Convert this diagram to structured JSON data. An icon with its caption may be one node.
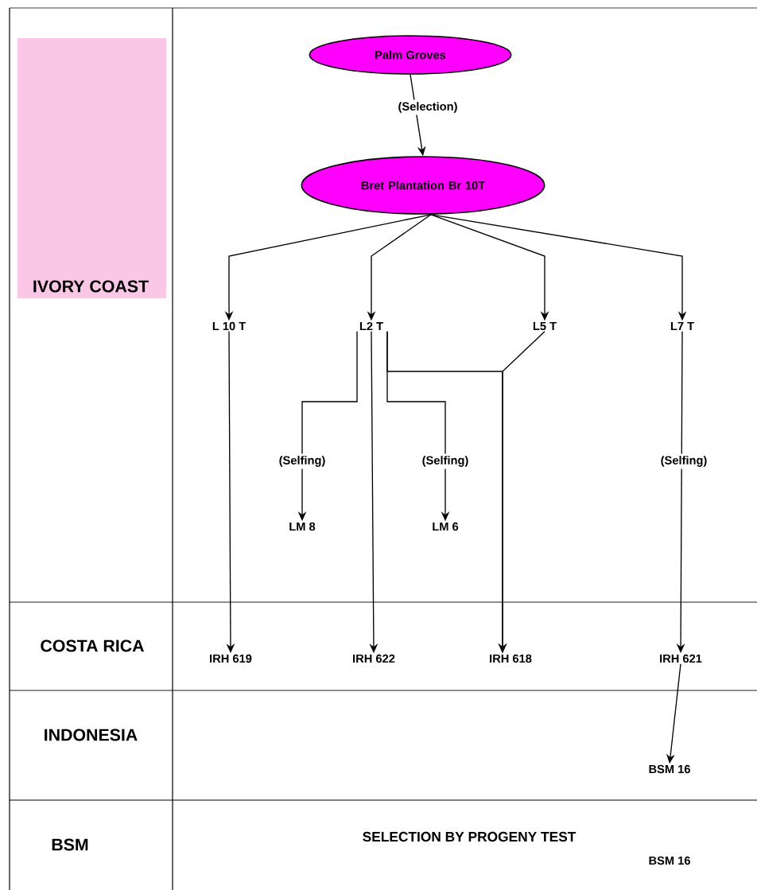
{
  "diagram": {
    "nodes": [
      {
        "text": [
          "Palm Groves"
        ]
      },
      {
        "text": [
          "Bret Plantation Br 10T"
        ]
      },
      {
        "text": [
          "L 10 T"
        ]
      },
      {
        "text": [
          "L2 T"
        ]
      },
      {
        "text": [
          "L5 T"
        ]
      },
      {
        "text": [
          "L7 T"
        ]
      },
      {
        "text": [
          "LM 8"
        ]
      },
      {
        "text": [
          "LM 6"
        ]
      },
      {
        "text": [
          "IRH 619"
        ]
      },
      {
        "text": [
          "IRH 622"
        ]
      },
      {
        "text": [
          "IRH 618"
        ]
      },
      {
        "text": [
          "IRH 621"
        ]
      },
      {
        "text": [
          "BSM 16"
        ]
      },
      {
        "text": [
          "IVORY COAST"
        ]
      }
    ],
    "edges": [
      {
        "from": 0,
        "to": 1,
        "arrow": "to",
        "label": "(Selection)"
      },
      {
        "from": 1,
        "to": 2,
        "arrow": "to"
      },
      {
        "from": 1,
        "to": 3,
        "arrow": "to"
      },
      {
        "from": 1,
        "to": 4,
        "arrow": "to"
      },
      {
        "from": 1,
        "to": 5,
        "arrow": "to"
      },
      {
        "from": 2,
        "to": 8,
        "arrow": "to"
      },
      {
        "from": 3,
        "to": 6,
        "arrow": "to",
        "label": "(Selfing)"
      },
      {
        "from": 3,
        "to": 7,
        "arrow": "to",
        "label": "(Selfing)"
      },
      {
        "from": 3,
        "to": 9,
        "arrow": "to"
      },
      {
        "from": 3,
        "to": 10,
        "arrow": "to"
      },
      {
        "from": 4,
        "to": 10,
        "arrow": "to"
      },
      {
        "from": 5,
        "to": 11,
        "arrow": "to",
        "label": "(Selfing)"
      },
      {
        "from": 11,
        "to": 12,
        "arrow": "to"
      }
    ],
    "labels": [
      "COSTA RICA",
      "INDONESIA",
      "BSM",
      "SELECTION BY PROGENY TEST",
      "BSM 16"
    ]
  }
}
